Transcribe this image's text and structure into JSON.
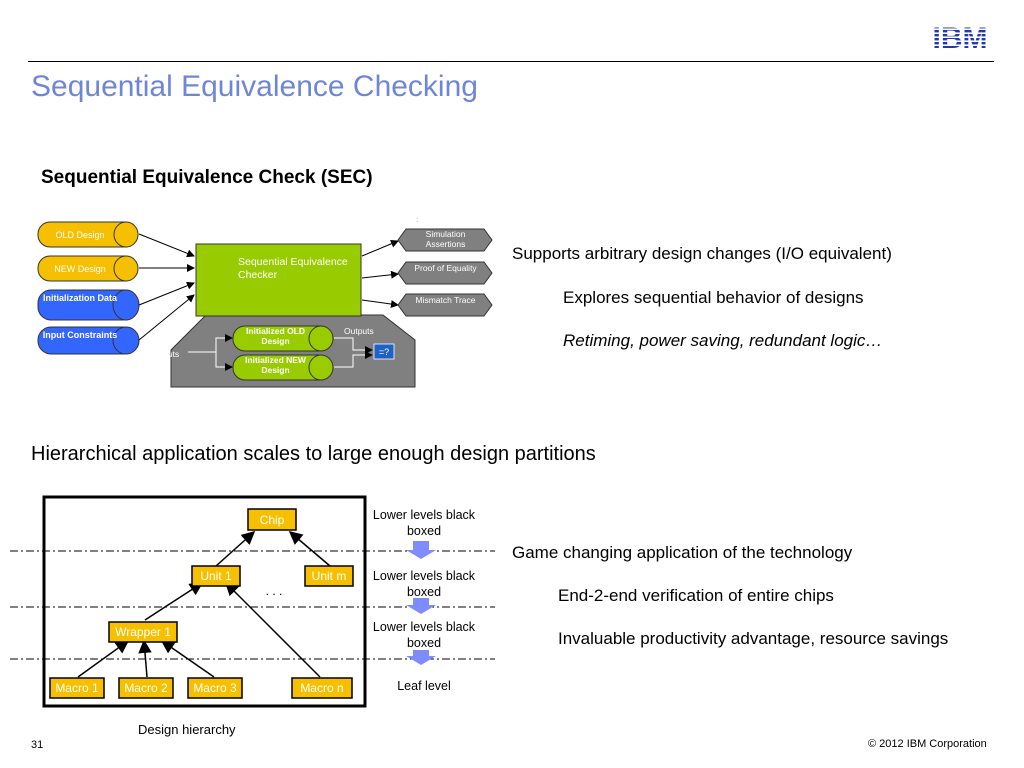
{
  "logo": {
    "text": "IBM",
    "color": "#1f3ca6"
  },
  "slide": {
    "title": "Sequential Equivalence Checking",
    "subtitle": "Sequential Equivalence Check (SEC)",
    "page_number": "31",
    "copyright": "© 2012 IBM Corporation"
  },
  "sec_diagram": {
    "inputs": [
      {
        "label": "OLD Design",
        "color": "#f6c000"
      },
      {
        "label": "NEW Design",
        "color": "#f6c000"
      },
      {
        "label": "Initialization Data",
        "color": "#3366ff"
      },
      {
        "label": "Input Constraints",
        "color": "#3366ff"
      }
    ],
    "checker_label": "Sequential Equivalence Checker",
    "checker_color": "#99cc00",
    "outputs": [
      {
        "label": "Simulation Assertions"
      },
      {
        "label": "Proof of Equality"
      },
      {
        "label": "Mismatch Trace"
      }
    ],
    "inner": {
      "inputs_label": "Inputs",
      "outputs_label": "Outputs",
      "old_label": "Initialized OLD Design",
      "new_label": "Initialized NEW Design",
      "compare_label": "=?"
    }
  },
  "bullets_top": [
    {
      "level": 1,
      "text": "Supports arbitrary design changes (I/O equivalent)"
    },
    {
      "level": 2,
      "text": "Explores sequential behavior of designs"
    },
    {
      "level": 2,
      "text": "Retiming, power saving, redundant logic…",
      "italic": true
    }
  ],
  "hierarchy_heading": "Hierarchical application scales to large enough design partitions",
  "hierarchy": {
    "nodes": {
      "chip": "Chip",
      "unit1": "Unit 1",
      "unitm": "Unit m",
      "wrapper1": "Wrapper 1",
      "macro1": "Macro 1",
      "macro2": "Macro 2",
      "macro3": "Macro 3",
      "macron": "Macro n",
      "dots": ". . ."
    },
    "levels": [
      {
        "label": "Lower levels black boxed"
      },
      {
        "label": "Lower levels black boxed"
      },
      {
        "label": "Lower levels black boxed"
      },
      {
        "label": "Leaf level"
      }
    ],
    "caption": "Design hierarchy",
    "node_color": "#f6c000"
  },
  "bullets_bottom": [
    {
      "level": 1,
      "text": "Game changing application of the technology"
    },
    {
      "level": 2,
      "text": "End-2-end verification of entire chips"
    },
    {
      "level": 2,
      "text": "Invaluable productivity advantage, resource savings"
    }
  ]
}
